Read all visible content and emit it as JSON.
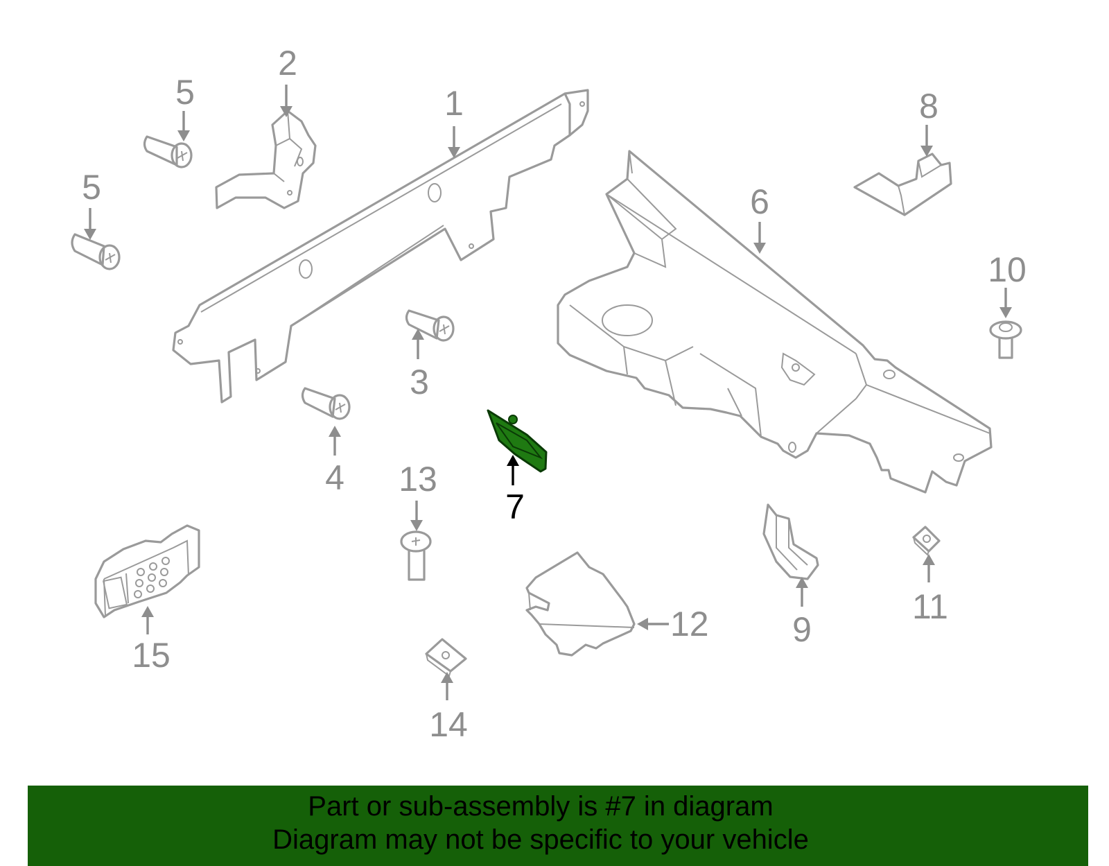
{
  "diagram": {
    "highlighted_part": "7",
    "highlight_color": "#1f7a12",
    "callout_color": "#8e8e8e",
    "callouts": [
      "1",
      "2",
      "3",
      "4",
      "5",
      "5",
      "6",
      "7",
      "8",
      "9",
      "10",
      "11",
      "12",
      "13",
      "14",
      "15"
    ]
  },
  "banner": {
    "background": "#156008",
    "line1": "Part or sub-assembly is #7 in diagram",
    "line2": "Diagram may not be specific to your vehicle"
  }
}
